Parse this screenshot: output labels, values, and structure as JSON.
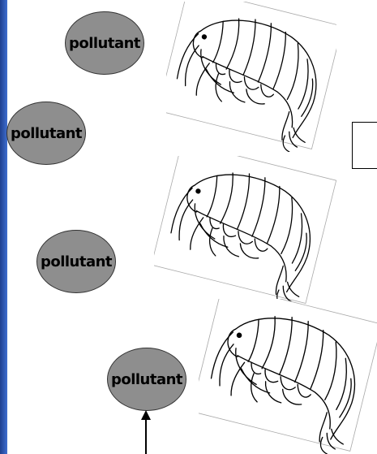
{
  "pollutant_label": "pollutant",
  "colors": {
    "left_bar": "#2a55b8",
    "pollutant_fill": "#8e8e8e"
  },
  "icons": {
    "organism": "amphipod-shrimp-drawing",
    "arrow": "up-arrow"
  }
}
